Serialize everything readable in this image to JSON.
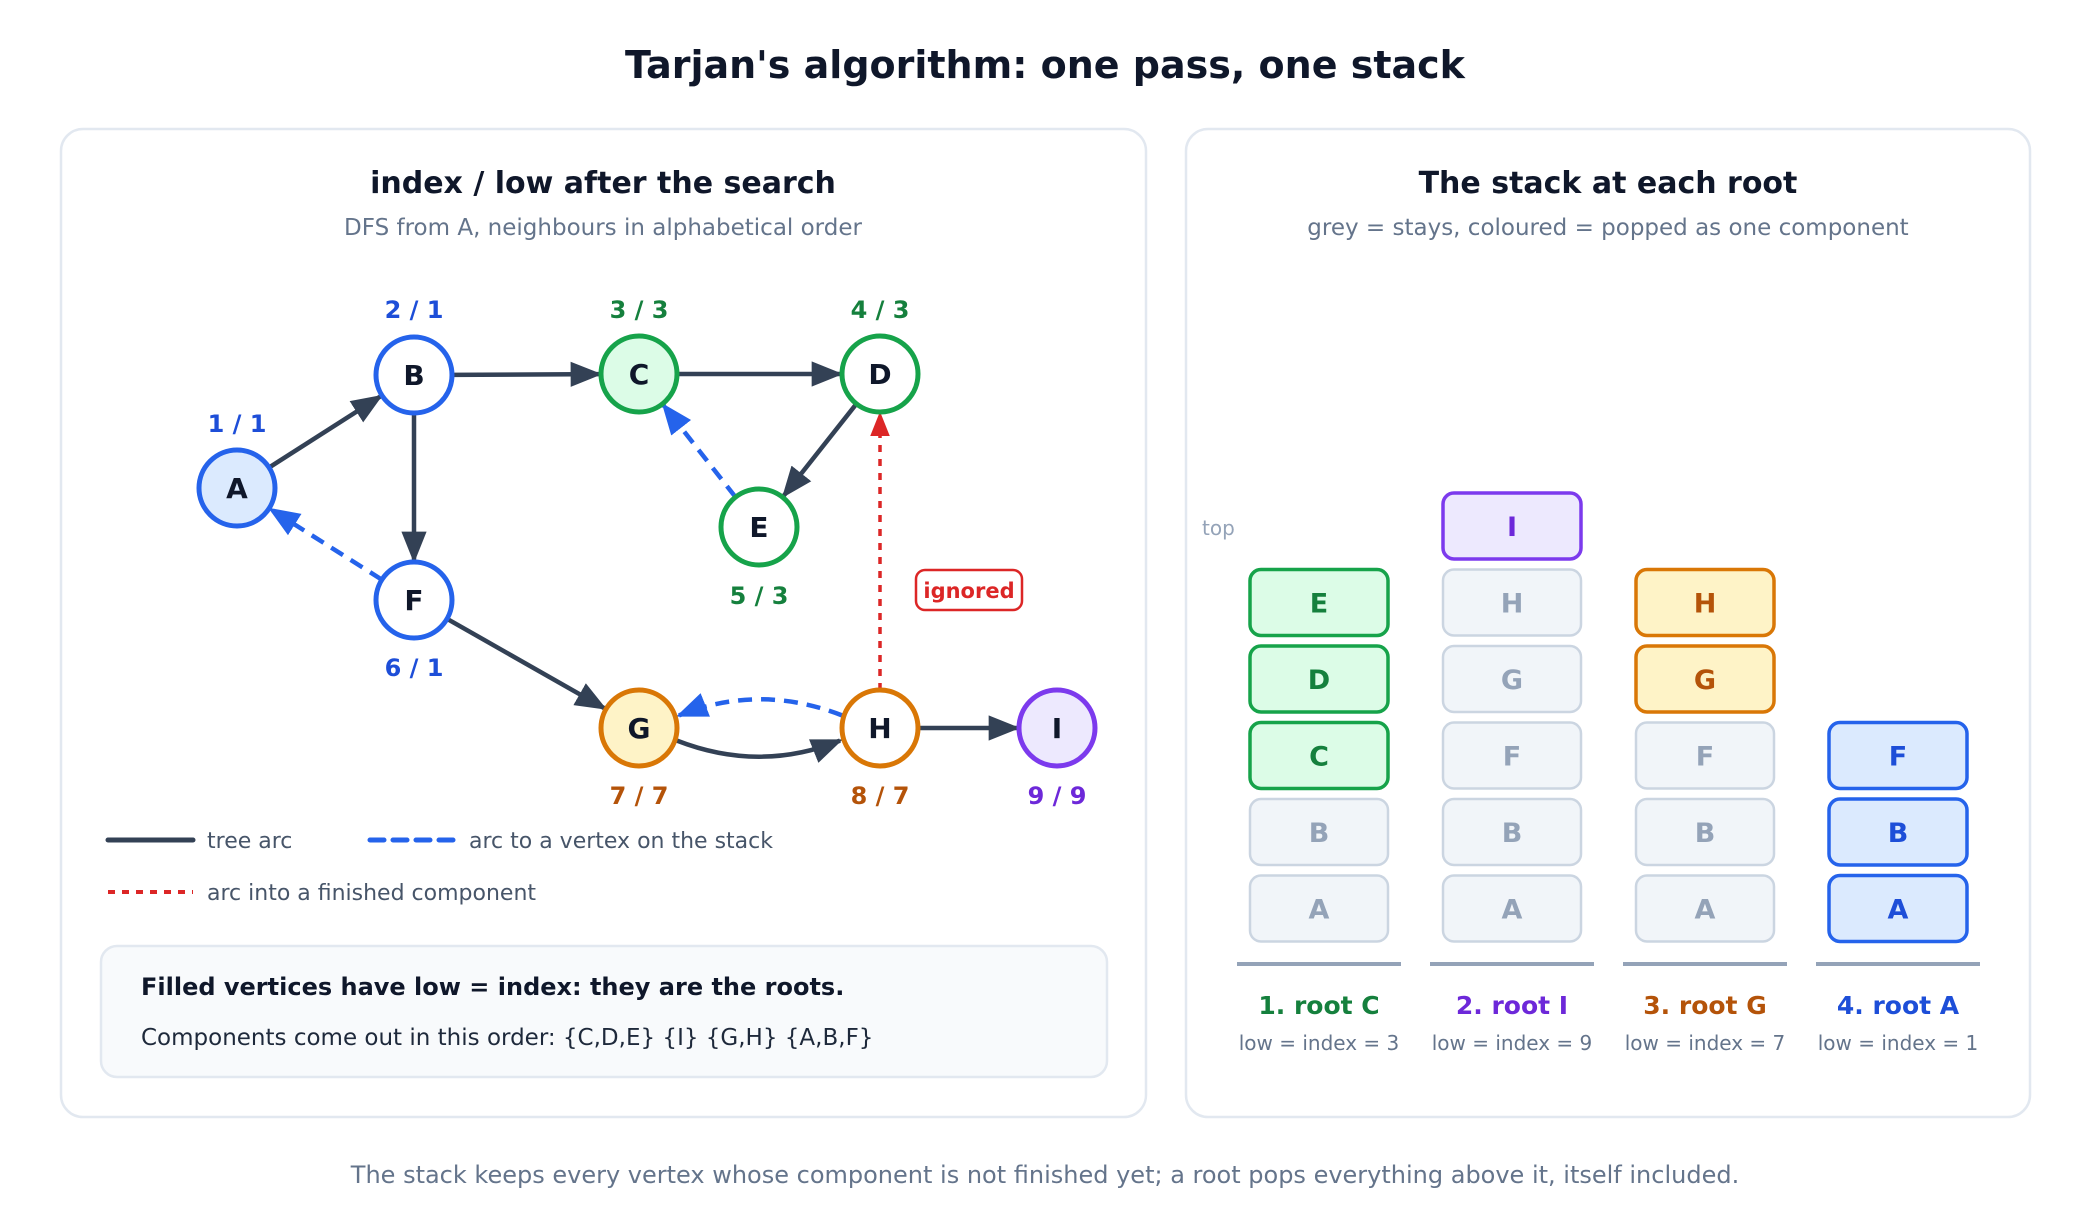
{
  "title": "Tarjan's algorithm: one pass, one stack",
  "left_panel": {
    "title": "index / low after the search",
    "subtitle": "DFS from A, neighbours in alphabetical order",
    "vertices": [
      {
        "id": "A",
        "label": "A",
        "index_low": "1 / 1",
        "fill": "#dbeafe",
        "stroke": "#2563eb",
        "label_color": "#1d4ed8"
      },
      {
        "id": "B",
        "label": "B",
        "index_low": "2 / 1",
        "fill": "#ffffff",
        "stroke": "#2563eb",
        "label_color": "#1d4ed8"
      },
      {
        "id": "C",
        "label": "C",
        "index_low": "3 / 3",
        "fill": "#dcfce7",
        "stroke": "#16a34a",
        "label_color": "#15803d"
      },
      {
        "id": "D",
        "label": "D",
        "index_low": "4 / 3",
        "fill": "#ffffff",
        "stroke": "#16a34a",
        "label_color": "#15803d"
      },
      {
        "id": "E",
        "label": "E",
        "index_low": "5 / 3",
        "fill": "#ffffff",
        "stroke": "#16a34a",
        "label_color": "#15803d"
      },
      {
        "id": "F",
        "label": "F",
        "index_low": "6 / 1",
        "fill": "#ffffff",
        "stroke": "#2563eb",
        "label_color": "#1d4ed8"
      },
      {
        "id": "G",
        "label": "G",
        "index_low": "7 / 7",
        "fill": "#fef3c7",
        "stroke": "#d97706",
        "label_color": "#b45309"
      },
      {
        "id": "H",
        "label": "H",
        "index_low": "8 / 7",
        "fill": "#ffffff",
        "stroke": "#d97706",
        "label_color": "#b45309"
      },
      {
        "id": "I",
        "label": "I",
        "index_low": "9 / 9",
        "fill": "#ede9fe",
        "stroke": "#7c3aed",
        "label_color": "#6d28d9"
      }
    ],
    "edges": [
      {
        "from": "A",
        "to": "B",
        "kind": "tree"
      },
      {
        "from": "B",
        "to": "C",
        "kind": "tree"
      },
      {
        "from": "C",
        "to": "D",
        "kind": "tree"
      },
      {
        "from": "D",
        "to": "E",
        "kind": "tree"
      },
      {
        "from": "E",
        "to": "C",
        "kind": "stack"
      },
      {
        "from": "B",
        "to": "F",
        "kind": "tree"
      },
      {
        "from": "F",
        "to": "A",
        "kind": "stack"
      },
      {
        "from": "F",
        "to": "G",
        "kind": "tree"
      },
      {
        "from": "G",
        "to": "H",
        "kind": "tree"
      },
      {
        "from": "H",
        "to": "G",
        "kind": "stack"
      },
      {
        "from": "H",
        "to": "I",
        "kind": "tree"
      },
      {
        "from": "H",
        "to": "D",
        "kind": "finished"
      }
    ],
    "ignored_label": "ignored",
    "legend": {
      "tree": "tree arc",
      "stack": "arc to a vertex on the stack",
      "finished": "arc into a finished component"
    },
    "note_title": "Filled vertices have low = index: they are the roots.",
    "note_body": "Components come out in this order: {C,D,E} {I} {G,H} {A,B,F}"
  },
  "right_panel": {
    "title": "The stack at each root",
    "subtitle": "grey = stays, coloured = popped as one component",
    "top_label": "top",
    "stacks": [
      {
        "title": "1. root C",
        "caption": "low = index = 3",
        "color": "#15803d",
        "items": [
          {
            "label": "A",
            "popped": false
          },
          {
            "label": "B",
            "popped": false
          },
          {
            "label": "C",
            "popped": true
          },
          {
            "label": "D",
            "popped": true
          },
          {
            "label": "E",
            "popped": true
          }
        ],
        "fill": "#dcfce7",
        "stroke": "#16a34a"
      },
      {
        "title": "2. root I",
        "caption": "low = index = 9",
        "color": "#6d28d9",
        "items": [
          {
            "label": "A",
            "popped": false
          },
          {
            "label": "B",
            "popped": false
          },
          {
            "label": "F",
            "popped": false
          },
          {
            "label": "G",
            "popped": false
          },
          {
            "label": "H",
            "popped": false
          },
          {
            "label": "I",
            "popped": true
          }
        ],
        "fill": "#ede9fe",
        "stroke": "#7c3aed"
      },
      {
        "title": "3. root G",
        "caption": "low = index = 7",
        "color": "#b45309",
        "items": [
          {
            "label": "A",
            "popped": false
          },
          {
            "label": "B",
            "popped": false
          },
          {
            "label": "F",
            "popped": false
          },
          {
            "label": "G",
            "popped": true
          },
          {
            "label": "H",
            "popped": true
          }
        ],
        "fill": "#fef3c7",
        "stroke": "#d97706"
      },
      {
        "title": "4. root A",
        "caption": "low = index = 1",
        "color": "#1d4ed8",
        "items": [
          {
            "label": "A",
            "popped": true
          },
          {
            "label": "B",
            "popped": true
          },
          {
            "label": "F",
            "popped": true
          }
        ],
        "fill": "#dbeafe",
        "stroke": "#2563eb"
      }
    ]
  },
  "footer": "The stack keeps every vertex whose component is not finished yet; a root pops everything above it, itself included.",
  "colors": {
    "tree_arc": "#334155",
    "stack_arc": "#2563eb",
    "finished_arc": "#dc2626",
    "grey_fill": "#f1f5f9",
    "grey_stroke": "#cbd5e1",
    "grey_text": "#94a3b8"
  }
}
